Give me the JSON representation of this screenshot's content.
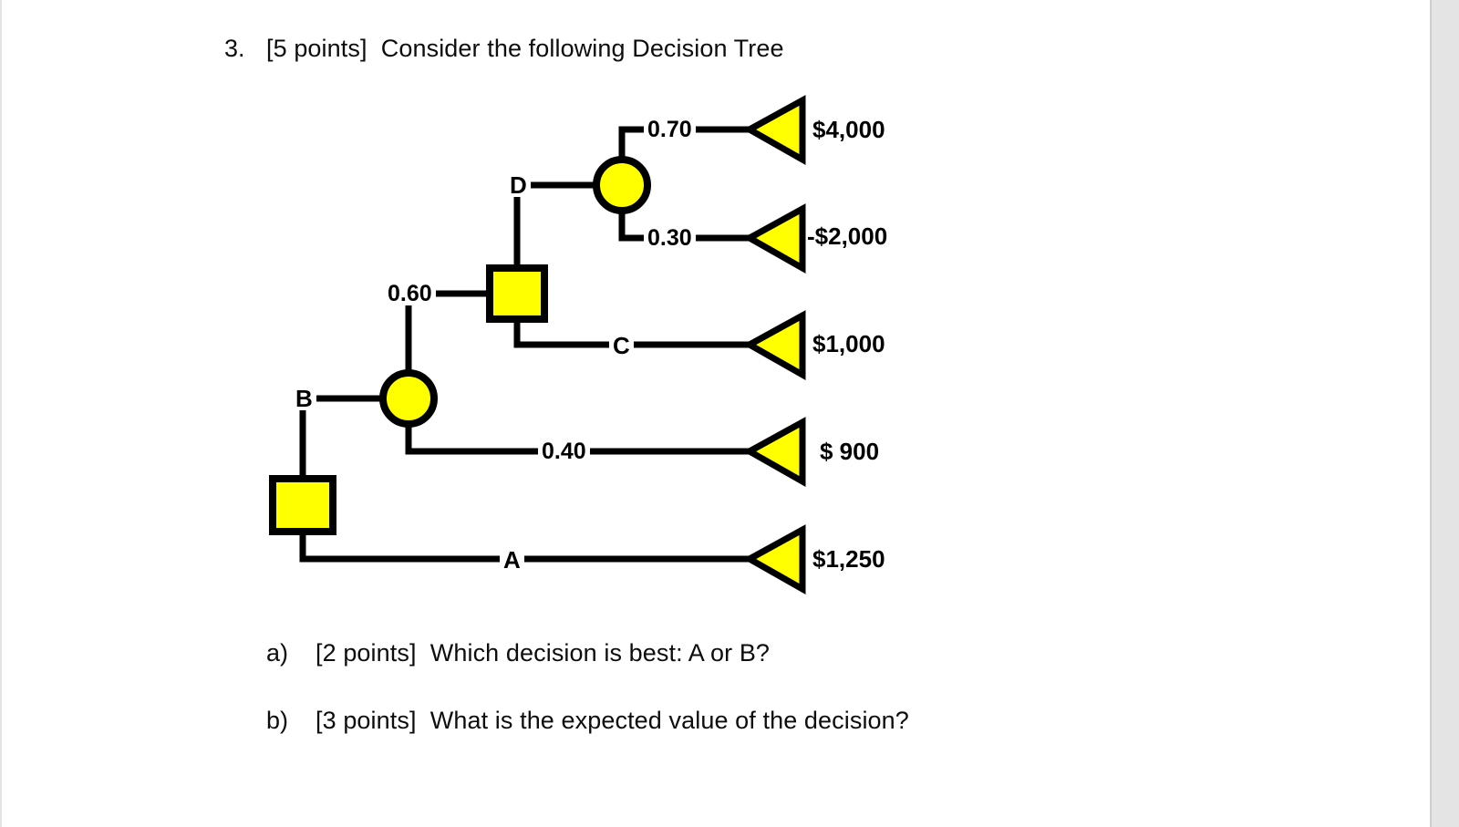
{
  "question": {
    "number": "3.",
    "prompt": "[5 points]  Consider the following Decision Tree",
    "parts": [
      {
        "marker": "a)",
        "text": "[2 points]  Which decision is best: A or B?"
      },
      {
        "marker": "b)",
        "text": "[3 points]  What is the expected value of the decision?"
      }
    ]
  },
  "colors": {
    "node_fill": "#FFFF00",
    "stroke": "#000000",
    "text": "#0D0D0D",
    "page_edge": "#E4E4E4"
  },
  "chart_data": {
    "type": "diagram",
    "title": "Decision Tree",
    "node_shapes": {
      "decision": "square",
      "chance": "circle",
      "terminal": "triangle"
    },
    "nodes": [
      {
        "id": "root",
        "type": "decision",
        "label": ""
      },
      {
        "id": "chanceB",
        "type": "chance",
        "label": ""
      },
      {
        "id": "decisionCD",
        "type": "decision",
        "label": ""
      },
      {
        "id": "chanceD",
        "type": "chance",
        "label": ""
      },
      {
        "id": "t4000",
        "type": "terminal",
        "label": "$4,000"
      },
      {
        "id": "t2000neg",
        "type": "terminal",
        "label": "-$2,000"
      },
      {
        "id": "t1000",
        "type": "terminal",
        "label": "$1,000"
      },
      {
        "id": "t900",
        "type": "terminal",
        "label": "$ 900"
      },
      {
        "id": "t1250",
        "type": "terminal",
        "label": "$1,250"
      }
    ],
    "branches": [
      {
        "from": "root",
        "to": "chanceB",
        "label": "B"
      },
      {
        "from": "root",
        "to": "t1250",
        "label": "A"
      },
      {
        "from": "chanceB",
        "to": "decisionCD",
        "label": "0.60"
      },
      {
        "from": "chanceB",
        "to": "t900",
        "label": "0.40"
      },
      {
        "from": "decisionCD",
        "to": "chanceD",
        "label": "D"
      },
      {
        "from": "decisionCD",
        "to": "t1000",
        "label": "C"
      },
      {
        "from": "chanceD",
        "to": "t4000",
        "label": "0.70"
      },
      {
        "from": "chanceD",
        "to": "t2000neg",
        "label": "0.30"
      }
    ],
    "labels": {
      "A": "A",
      "B": "B",
      "C": "C",
      "D": "D",
      "p060": "0.60",
      "p040": "0.40",
      "p070": "0.70",
      "p030": "0.30"
    },
    "payoffs": {
      "t4000": "$4,000",
      "t2000neg": "-$2,000",
      "t1000": "$1,000",
      "t900": "$ 900",
      "t1250": "$1,250"
    }
  }
}
